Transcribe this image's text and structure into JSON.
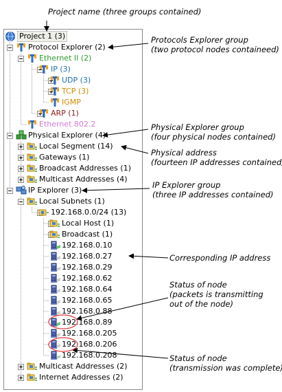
{
  "annotations": [
    {
      "id": "project-name",
      "lines": [
        "Project name (three groups contained)"
      ]
    },
    {
      "id": "protocols-group",
      "lines": [
        "Protocols Explorer group",
        "(two protocol nodes containeed)"
      ]
    },
    {
      "id": "physical-group",
      "lines": [
        "Physical Explorer group",
        "(four physical nodes contained)"
      ]
    },
    {
      "id": "physical-address",
      "lines": [
        "Physical address",
        "(fourteen IP addresses contained)"
      ]
    },
    {
      "id": "ip-group",
      "lines": [
        "IP Explorer group",
        "(three IP addresses contained)"
      ]
    },
    {
      "id": "corresponding-ip",
      "lines": [
        "Corresponding IP address"
      ]
    },
    {
      "id": "status-transmitting",
      "lines": [
        "Status of node",
        "(packets is transmitting",
        "out of  the node)"
      ]
    },
    {
      "id": "status-complete",
      "lines": [
        "Status of node",
        "(transmission was complete)"
      ]
    }
  ],
  "colors": {
    "accent_green": "#2f9a2f",
    "accent_blue": "#1f6fb0",
    "accent_orange": "#d18a00",
    "accent_red": "#8b1a1a",
    "accent_pink": "#d47ad4",
    "status_circle": "#e03a3a"
  },
  "tree": [
    {
      "label": "Project 1 (3)",
      "icon": "project-globe-icon",
      "expander": "none",
      "color": "#000000",
      "selected": true
    },
    {
      "label": "Protocol Explorer (2)",
      "icon": "protocol-icon",
      "expander": "minus",
      "color": "#000000"
    },
    {
      "label": "Ethernet II (2)",
      "icon": "protocol-icon",
      "expander": "minus",
      "color": "#2f9a2f"
    },
    {
      "label": "IP (3)",
      "icon": "protocol-icon",
      "expander": "minus",
      "color": "#1f6fb0"
    },
    {
      "label": "UDP (3)",
      "icon": "protocol-icon",
      "expander": "plus",
      "color": "#1f6fb0"
    },
    {
      "label": "TCP (3)",
      "icon": "protocol-icon",
      "expander": "plus",
      "color": "#d18a00"
    },
    {
      "label": "IGMP",
      "icon": "protocol-icon",
      "expander": "none",
      "color": "#d18a00"
    },
    {
      "label": "ARP (1)",
      "icon": "protocol-icon",
      "expander": "plus",
      "color": "#8b1a1a"
    },
    {
      "label": "Ethernet 802.2",
      "icon": "protocol-icon",
      "expander": "none",
      "color": "#d47ad4"
    },
    {
      "label": "Physical Explorer (4)",
      "icon": "physical-explorer-icon",
      "expander": "minus",
      "color": "#000000"
    },
    {
      "label": "Local Segment (14)",
      "icon": "folder-network-icon",
      "expander": "plus",
      "color": "#000000"
    },
    {
      "label": "Gateways (1)",
      "icon": "folder-network-icon",
      "expander": "plus",
      "color": "#000000"
    },
    {
      "label": "Broadcast Addresses (1)",
      "icon": "folder-network-icon",
      "expander": "plus",
      "color": "#000000"
    },
    {
      "label": "Multicast Addresses (4)",
      "icon": "folder-network-icon",
      "expander": "plus",
      "color": "#000000"
    },
    {
      "label": "IP Explorer (3)",
      "icon": "ip-explorer-icon",
      "expander": "minus",
      "color": "#000000"
    },
    {
      "label": "Local Subnets (1)",
      "icon": "folder-network-icon",
      "expander": "minus",
      "color": "#000000"
    },
    {
      "label": "192.168.0.0/24 (13)",
      "icon": "subnet-icon",
      "expander": "minus",
      "color": "#000000"
    },
    {
      "label": "Local Host (1)",
      "icon": "folder-network-icon",
      "expander": "plus",
      "color": "#000000"
    },
    {
      "label": "Broadcast (1)",
      "icon": "folder-network-icon",
      "expander": "plus",
      "color": "#000000"
    },
    {
      "label": "192.168.0.10",
      "icon": "host-transmitting-icon",
      "expander": "none",
      "color": "#000000"
    },
    {
      "label": "192.168.0.27",
      "icon": "host-idle-icon",
      "expander": "none",
      "color": "#000000"
    },
    {
      "label": "192.168.0.29",
      "icon": "host-idle-icon",
      "expander": "none",
      "color": "#000000"
    },
    {
      "label": "192.168.0.62",
      "icon": "host-idle-icon",
      "expander": "none",
      "color": "#000000"
    },
    {
      "label": "192.168.0.64",
      "icon": "host-idle-icon",
      "expander": "none",
      "color": "#000000"
    },
    {
      "label": "192.168.0.65",
      "icon": "host-idle-icon",
      "expander": "none",
      "color": "#000000"
    },
    {
      "label": "192.168.0.88",
      "icon": "host-idle-icon",
      "expander": "none",
      "color": "#000000"
    },
    {
      "label": "192.168.0.89",
      "icon": "host-transmitting-icon",
      "expander": "none",
      "color": "#000000"
    },
    {
      "label": "192.168.0.205",
      "icon": "host-idle-icon",
      "expander": "none",
      "color": "#000000"
    },
    {
      "label": "192.168.0.206",
      "icon": "host-idle-icon",
      "expander": "none",
      "color": "#000000"
    },
    {
      "label": "192.168.0.208",
      "icon": "host-complete-icon",
      "expander": "none",
      "color": "#000000"
    },
    {
      "label": "Multicast Addresses (2)",
      "icon": "folder-network-icon",
      "expander": "plus",
      "color": "#000000"
    },
    {
      "label": "Internet Addresses (2)",
      "icon": "folder-network-icon",
      "expander": "plus",
      "color": "#000000"
    }
  ]
}
